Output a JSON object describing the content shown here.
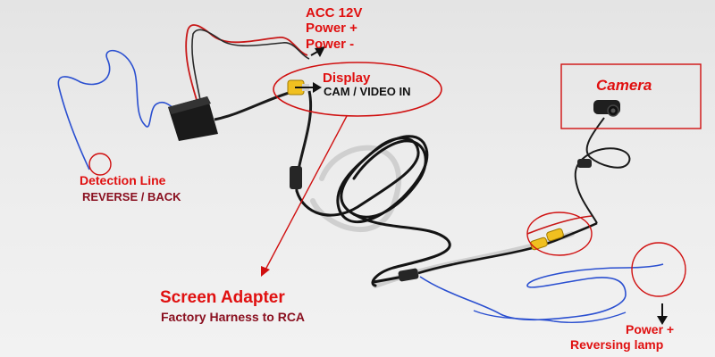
{
  "labels": {
    "acc": {
      "line1": "ACC 12V",
      "line2": "Power +",
      "line3": "Power -"
    },
    "display": {
      "title": "Display",
      "subtitle": "CAM / VIDEO IN"
    },
    "camera": "Camera",
    "detection": {
      "title": "Detection Line",
      "subtitle": "REVERSE / BACK"
    },
    "adapter": {
      "title": "Screen Adapter",
      "subtitle": "Factory Harness to RCA"
    },
    "power": {
      "line1": "Power +",
      "line2": "Reversing lamp"
    }
  },
  "colors": {
    "annotation_red": "#e01010",
    "annotation_dark_red": "#8a1020",
    "cable_black": "#141414",
    "wire_blue": "#2a4fd0",
    "wire_red": "#c81818",
    "rca_yellow": "#f0c020"
  }
}
